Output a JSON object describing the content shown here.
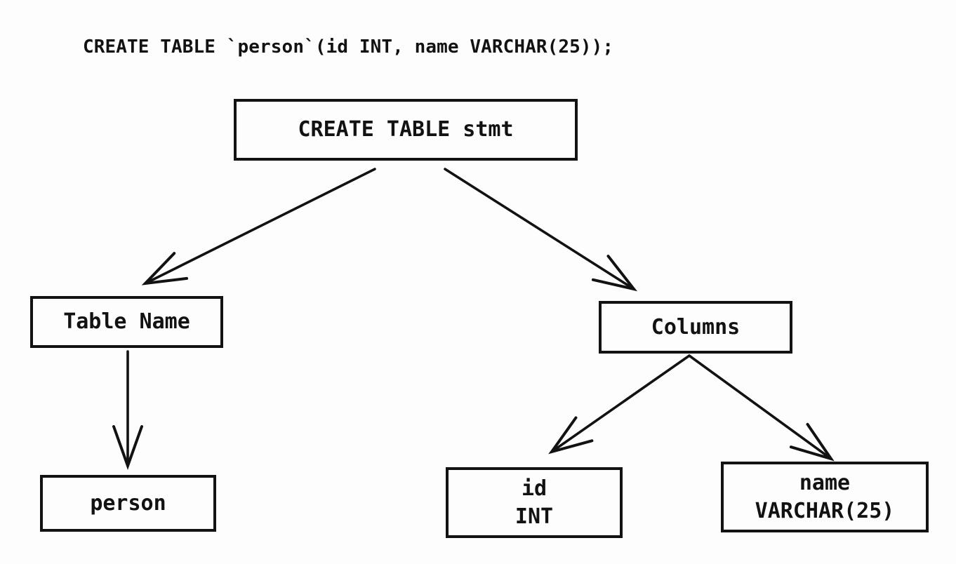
{
  "page": {
    "background": "#fdfdfd",
    "ink": "#121212"
  },
  "sql_statement": "CREATE TABLE `person`(id INT, name VARCHAR(25));",
  "nodes": {
    "root": {
      "label": "CREATE TABLE stmt"
    },
    "table_name": {
      "label": "Table Name"
    },
    "columns": {
      "label": "Columns"
    },
    "person": {
      "label": "person"
    },
    "column_id": {
      "line1": "id",
      "line2": "INT"
    },
    "column_name": {
      "line1": "name",
      "line2": "VARCHAR(25)"
    }
  },
  "edges": [
    {
      "from": "root",
      "to": "table_name"
    },
    {
      "from": "root",
      "to": "columns"
    },
    {
      "from": "table_name",
      "to": "person"
    },
    {
      "from": "columns",
      "to": "column_id"
    },
    {
      "from": "columns",
      "to": "column_name"
    }
  ]
}
